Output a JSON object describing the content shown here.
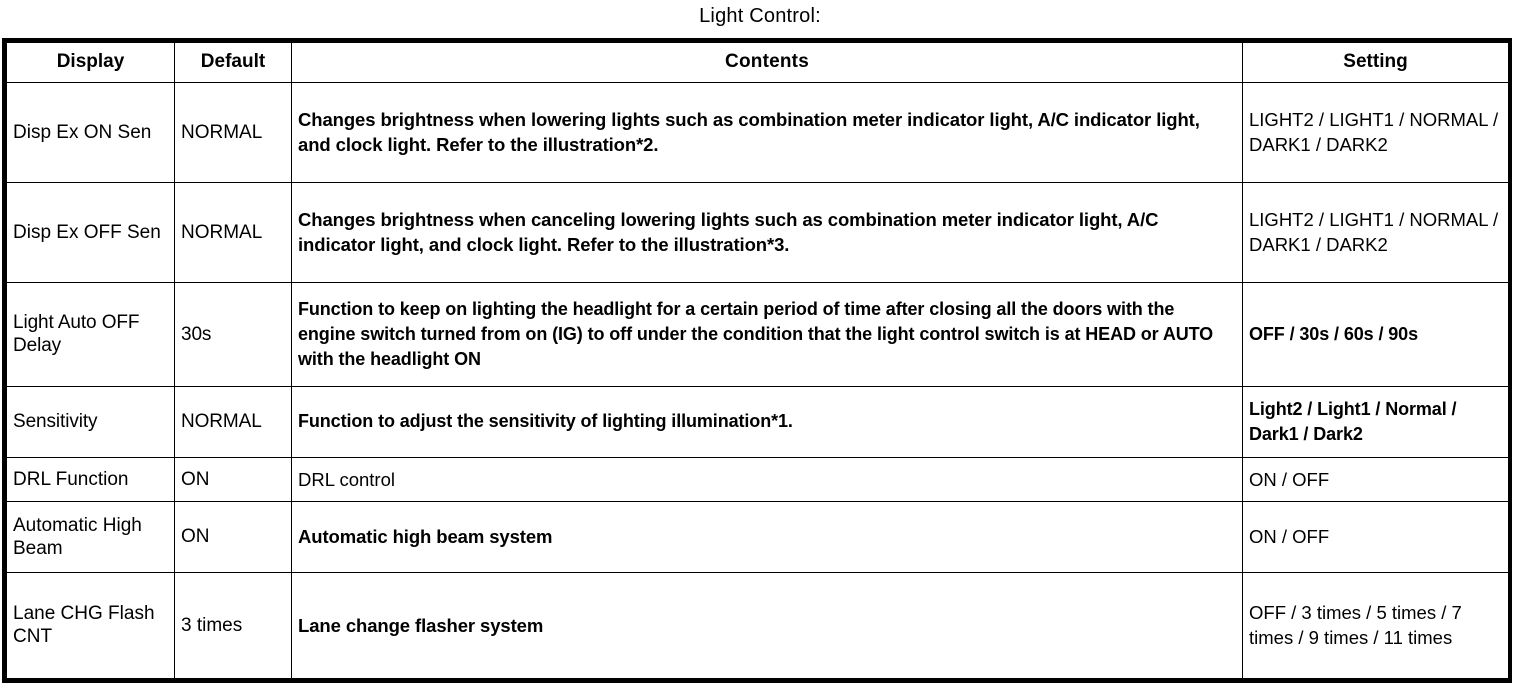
{
  "page": {
    "title": "Light Control:"
  },
  "table": {
    "headers": {
      "display": "Display",
      "default": "Default",
      "contents": "Contents",
      "setting": "Setting"
    },
    "rows": [
      {
        "display": "Disp Ex ON Sen",
        "default": "NORMAL",
        "contents": "Changes brightness when lowering lights such as combination meter indicator light, A/C indicator light, and clock light. Refer to the illustration*2.",
        "setting": "LIGHT2 / LIGHT1 / NORMAL / DARK1 / DARK2"
      },
      {
        "display": "Disp Ex OFF Sen",
        "default": "NORMAL",
        "contents": "Changes brightness when canceling lowering lights such as combination meter indicator light, A/C indicator light, and clock light. Refer to the illustration*3.",
        "setting": "LIGHT2 / LIGHT1 / NORMAL / DARK1 / DARK2"
      },
      {
        "display": "Light Auto OFF Delay",
        "default": "30s",
        "contents": "Function to keep on lighting the headlight for a certain period of time after closing all the doors with the engine switch turned from on (IG) to off under the condition that the light control switch is at HEAD or AUTO with the headlight ON",
        "setting": "OFF / 30s / 60s / 90s"
      },
      {
        "display": "Sensitivity",
        "default": "NORMAL",
        "contents": "Function to adjust the sensitivity of lighting illumination*1.",
        "setting": "Light2 / Light1 / Normal / Dark1 / Dark2"
      },
      {
        "display": "DRL Function",
        "default": "ON",
        "contents": "DRL control",
        "setting": "ON / OFF"
      },
      {
        "display": "Automatic High Beam",
        "default": "ON",
        "contents": "Automatic high beam system",
        "setting": "ON / OFF"
      },
      {
        "display": "Lane CHG Flash CNT",
        "default": "3 times",
        "contents": "Lane change flasher system",
        "setting": "OFF / 3 times / 5 times / 7 times / 9 times / 11 times"
      }
    ]
  }
}
